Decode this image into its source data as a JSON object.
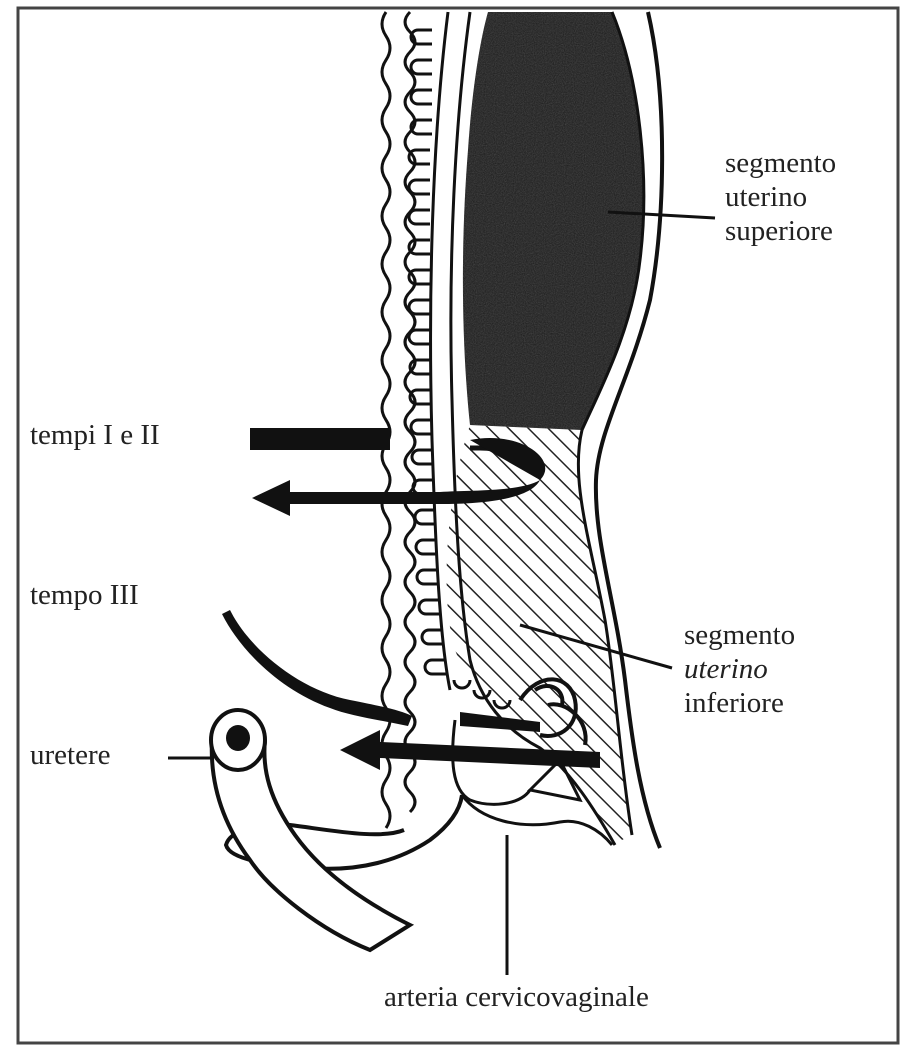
{
  "labels": {
    "upper_segment": [
      "segmento",
      "uterino",
      "superiore"
    ],
    "steps_1_2": "tempi I e II",
    "step_3": "tempo III",
    "lower_segment": [
      "segmento",
      "uterino",
      "inferiore"
    ],
    "ureter": "uretere",
    "artery": "arteria cervicovaginale"
  }
}
